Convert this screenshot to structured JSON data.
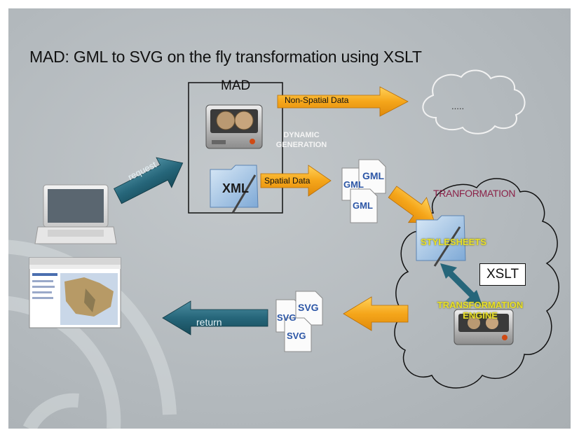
{
  "title": "MAD: GML to SVG on the fly transformation using XSLT",
  "mad_box": {
    "label": "MAD"
  },
  "dynamic_generation": "DYNAMIC GENERATION",
  "xml_label": "XML",
  "arrows": {
    "non_spatial": "Non-Spatial Data",
    "spatial": "Spatial Data",
    "request": "request",
    "return": "return"
  },
  "cloud_top": {
    "text": "....."
  },
  "gml_docs": [
    "GML",
    "GML",
    "GML"
  ],
  "svg_docs": [
    "SVG",
    "SVG",
    "SVG"
  ],
  "transformation_cloud": {
    "title": "TRANFORMATION",
    "stylesheets": "STYLESHEETS",
    "xslt": "XSLT",
    "engine": "TRANSFORMATION ENGINE"
  },
  "colors": {
    "background": "#b7bdc1",
    "orange_arrow": "#f2a81c",
    "teal_arrow": "#1f5f70",
    "doc_text": "#2c56a6",
    "tranformation_text": "#8a2147",
    "yellow_text": "#e8df2a"
  }
}
